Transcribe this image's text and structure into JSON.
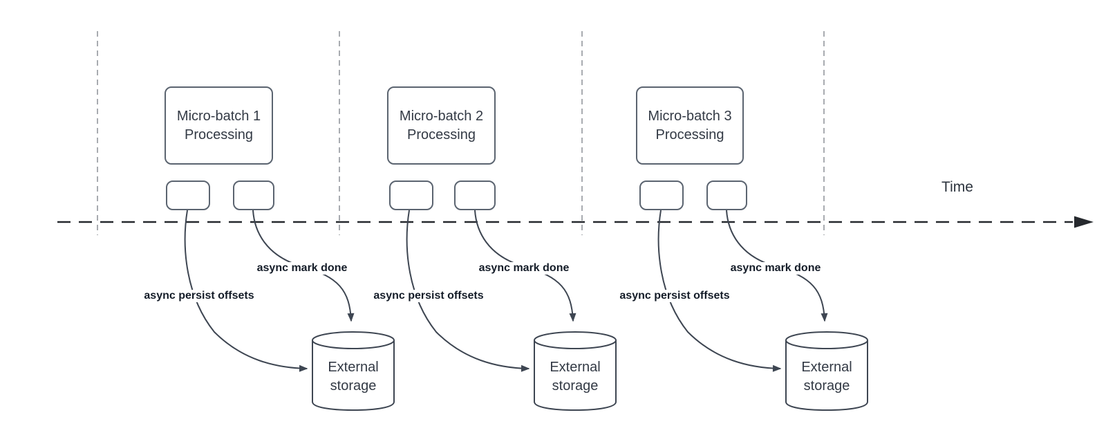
{
  "diagram": {
    "time_axis_label": "Time",
    "groups": [
      {
        "batch_label": "Micro-batch 1\nProcessing",
        "persist_label": "async persist offsets",
        "mark_done_label": "async mark done",
        "storage_label": "External\nstorage"
      },
      {
        "batch_label": "Micro-batch 2\nProcessing",
        "persist_label": "async persist offsets",
        "mark_done_label": "async mark done",
        "storage_label": "External\nstorage"
      },
      {
        "batch_label": "Micro-batch 3\nProcessing",
        "persist_label": "async persist offsets",
        "mark_done_label": "async mark done",
        "storage_label": "External\nstorage"
      }
    ],
    "colors": {
      "shape_stroke": "#5b6470",
      "connector_stroke": "#3e4652",
      "axis_stroke": "#26292e",
      "guide_stroke": "#a8abb0",
      "label_text": "#141c28",
      "node_text": "#333a45"
    }
  }
}
